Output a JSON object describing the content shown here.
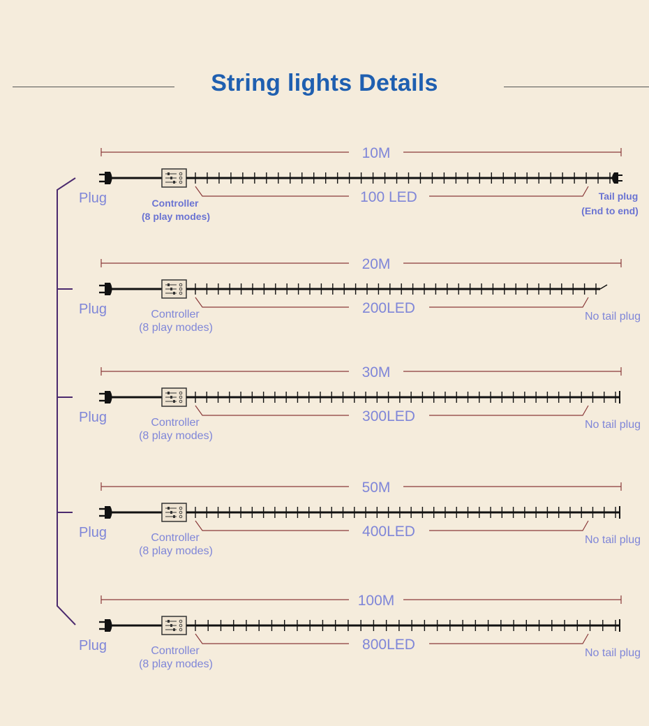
{
  "header": {
    "title": "String lights Details"
  },
  "colors": {
    "background": "#f5ecdc",
    "title": "#1f5fb0",
    "label": "#7f86d8",
    "dimension_line": "#8a3a3a",
    "wire": "#111111",
    "bracket": "#4b2a6e"
  },
  "variants": [
    {
      "length": "10M",
      "led_count": "100 LED",
      "plug": "Plug",
      "controller": "Controller",
      "modes": "(8 play modes)",
      "tail": "Tail plug",
      "tail_note": "(End to end)",
      "has_tail_plug": true
    },
    {
      "length": "20M",
      "led_count": "200LED",
      "plug": "Plug",
      "controller": "Controller",
      "modes": "(8 play modes)",
      "tail": "No tail plug",
      "has_tail_plug": false
    },
    {
      "length": "30M",
      "led_count": "300LED",
      "plug": "Plug",
      "controller": "Controller",
      "modes": "(8 play modes)",
      "tail": "No tail plug",
      "has_tail_plug": false
    },
    {
      "length": "50M",
      "led_count": "400LED",
      "plug": "Plug",
      "controller": "Controller",
      "modes": "(8 play modes)",
      "tail": "No tail plug",
      "has_tail_plug": false
    },
    {
      "length": "100M",
      "led_count": "800LED",
      "plug": "Plug",
      "controller": "Controller",
      "modes": "(8 play modes)",
      "tail": "No tail plug",
      "has_tail_plug": false
    }
  ]
}
